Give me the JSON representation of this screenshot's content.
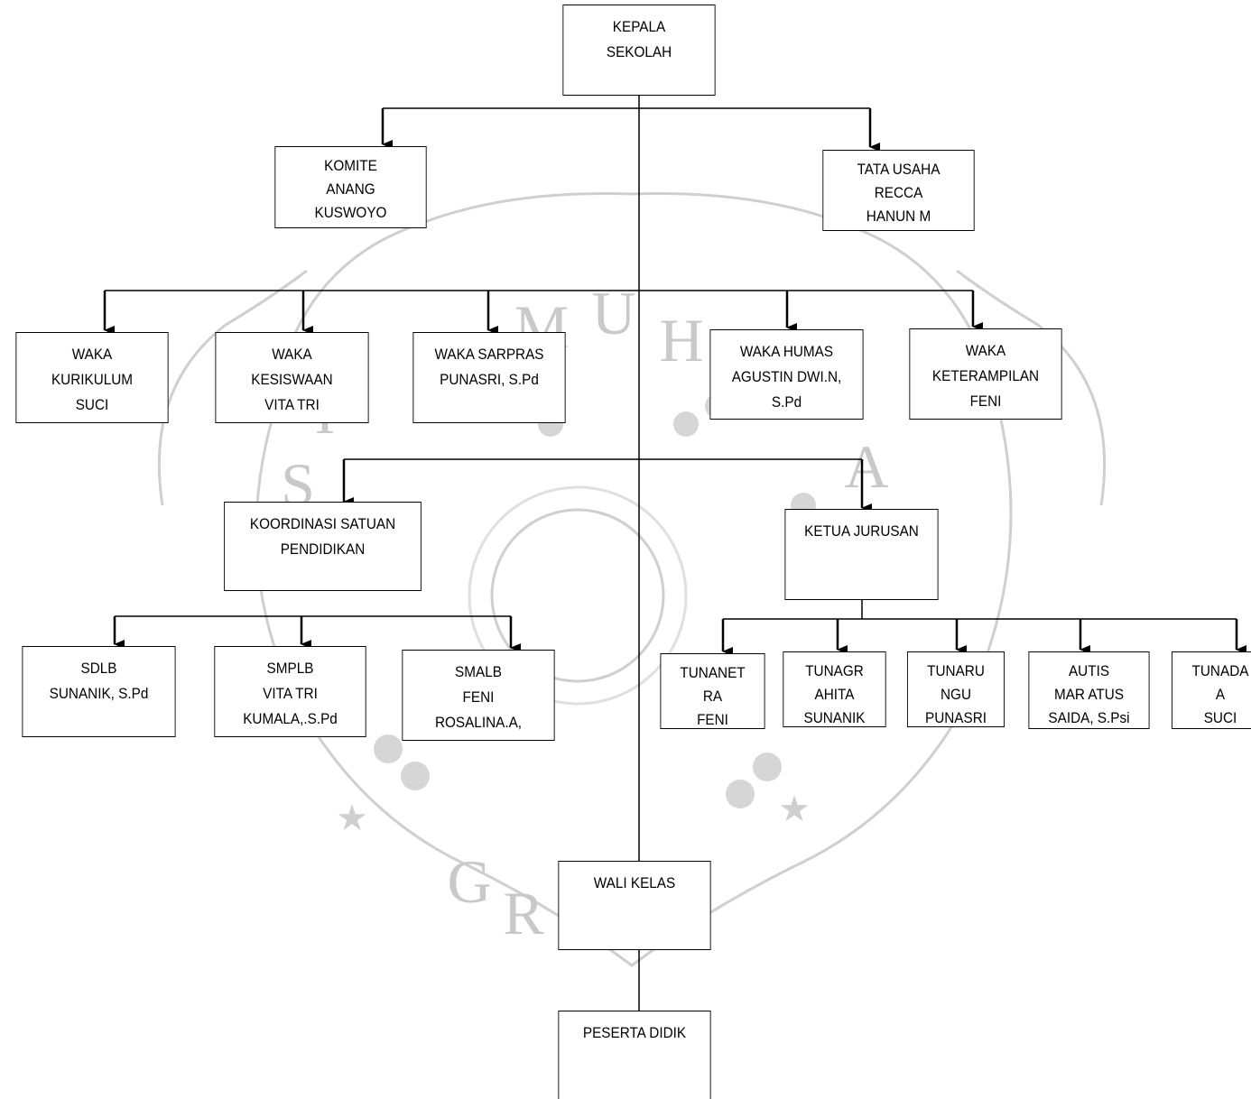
{
  "colors": {
    "line": "#000000",
    "watermark": "#c9c9c9",
    "background": "#ffffff"
  },
  "watermark": {
    "letters_top": "MUHAMMA",
    "letters_left": "VERSITAS",
    "letters_bottom": "GRESIK"
  },
  "boxes": {
    "kepala": [
      "KEPALA",
      "SEKOLAH"
    ],
    "komite": [
      "KOMITE",
      "ANANG",
      "KUSWOYO"
    ],
    "tata_usaha": [
      "TATA USAHA",
      "RECCA",
      "HANUN M"
    ],
    "waka_kurikulum": [
      "WAKA",
      "KURIKULUM",
      "SUCI"
    ],
    "waka_kesiswaan": [
      "WAKA",
      "KESISWAAN",
      "VITA TRI"
    ],
    "waka_sarpras": [
      "WAKA SARPRAS",
      "PUNASRI, S.Pd"
    ],
    "waka_humas": [
      "WAKA HUMAS",
      "AGUSTIN DWI.N,",
      "S.Pd"
    ],
    "waka_keterampilan": [
      "WAKA",
      "KETERAMPILAN",
      "FENI"
    ],
    "koordinasi": [
      "KOORDINASI SATUAN",
      "PENDIDIKAN"
    ],
    "ketua_jurusan": [
      "KETUA JURUSAN"
    ],
    "sdlb": [
      "SDLB",
      "SUNANIK, S.Pd"
    ],
    "smplb": [
      "SMPLB",
      "VITA TRI",
      "KUMALA,.S.Pd"
    ],
    "smalb": [
      "SMALB",
      "FENI",
      "ROSALINA.A,"
    ],
    "tunanetra": [
      "TUNANET",
      "RA",
      "FENI"
    ],
    "tunagrahita": [
      "TUNAGR",
      "AHITA",
      "SUNANIK"
    ],
    "tunarungu": [
      "TUNARU",
      "NGU",
      "PUNASRI"
    ],
    "autis": [
      "AUTIS",
      "MAR ATUS",
      "SAIDA, S.Psi"
    ],
    "tunadaksa": [
      "TUNADA",
      "A",
      "SUCI"
    ],
    "wali_kelas": [
      "WALI KELAS"
    ],
    "peserta_didik": [
      "PESERTA DIDIK"
    ]
  }
}
